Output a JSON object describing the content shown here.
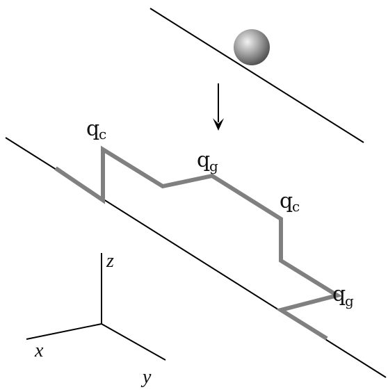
{
  "colors": {
    "background": "#ffffff",
    "line": "#000000",
    "path": "#7a7a7a",
    "sphere_light": "#e8e8e8",
    "sphere_dark": "#5a5a5a"
  },
  "icons": {
    "sphere": "sphere-icon",
    "arrow": "down-arrow-icon"
  },
  "labels": [
    {
      "base": "q",
      "sub": "c"
    },
    {
      "base": "q",
      "sub": "g"
    },
    {
      "base": "q",
      "sub": "c"
    },
    {
      "base": "q",
      "sub": "g"
    }
  ],
  "axes": {
    "x": "x",
    "y": "y",
    "z": "z"
  }
}
